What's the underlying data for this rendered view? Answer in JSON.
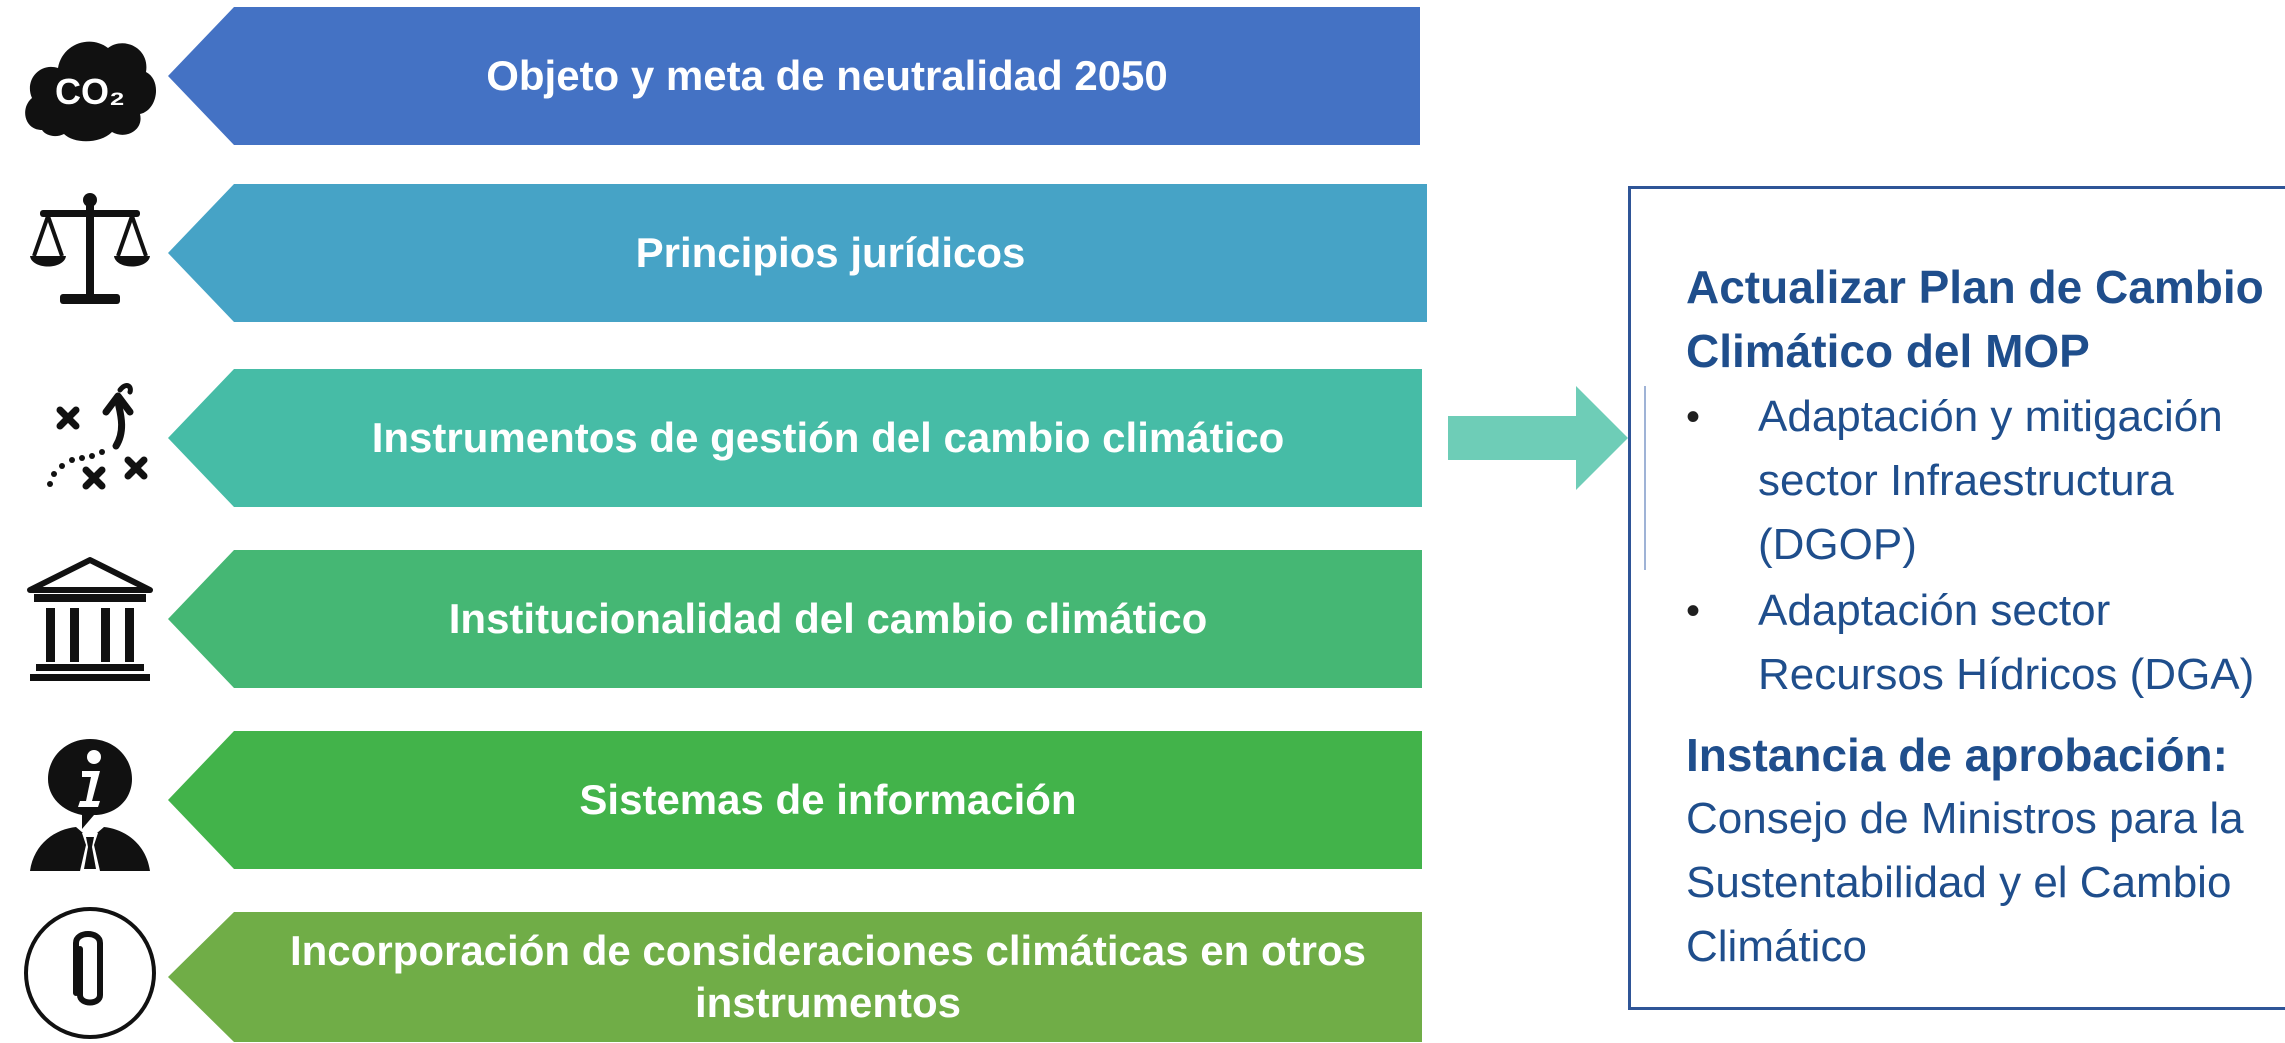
{
  "rows": [
    {
      "label": "Objeto y meta de neutralidad 2050",
      "color": "#4472c4",
      "icon": "co2-cloud-icon"
    },
    {
      "label": "Principios jurídicos",
      "color": "#46a3c6",
      "icon": "scales-icon"
    },
    {
      "label": "Instrumentos de gestión del cambio climático",
      "color": "#46bca6",
      "icon": "strategy-icon"
    },
    {
      "label": "Institucionalidad del cambio climático",
      "color": "#45b774",
      "icon": "institution-icon"
    },
    {
      "label": "Sistemas de información",
      "color": "#42b34a",
      "icon": "info-person-icon"
    },
    {
      "label": "Incorporación de consideraciones climáticas en otros instrumentos",
      "color": "#70ad47",
      "icon": "paperclip-icon"
    }
  ],
  "arrow_color": "#6ecdb7",
  "co2_label": "CO₂",
  "info_box": {
    "title": "Actualizar Plan de Cambio Climático del MOP",
    "bullets": [
      "Adaptación y mitigación sector Infraestructura (DGOP)",
      "Adaptación sector Recursos Hídricos (DGA)"
    ],
    "bullet_symbol": "•",
    "approval_label": "Instancia de aprobación:",
    "approval_text": "Consejo de Ministros para la Sustentabilidad y el Cambio Climático",
    "text_color": "#1f4e8c",
    "border_color": "#2f5597"
  }
}
